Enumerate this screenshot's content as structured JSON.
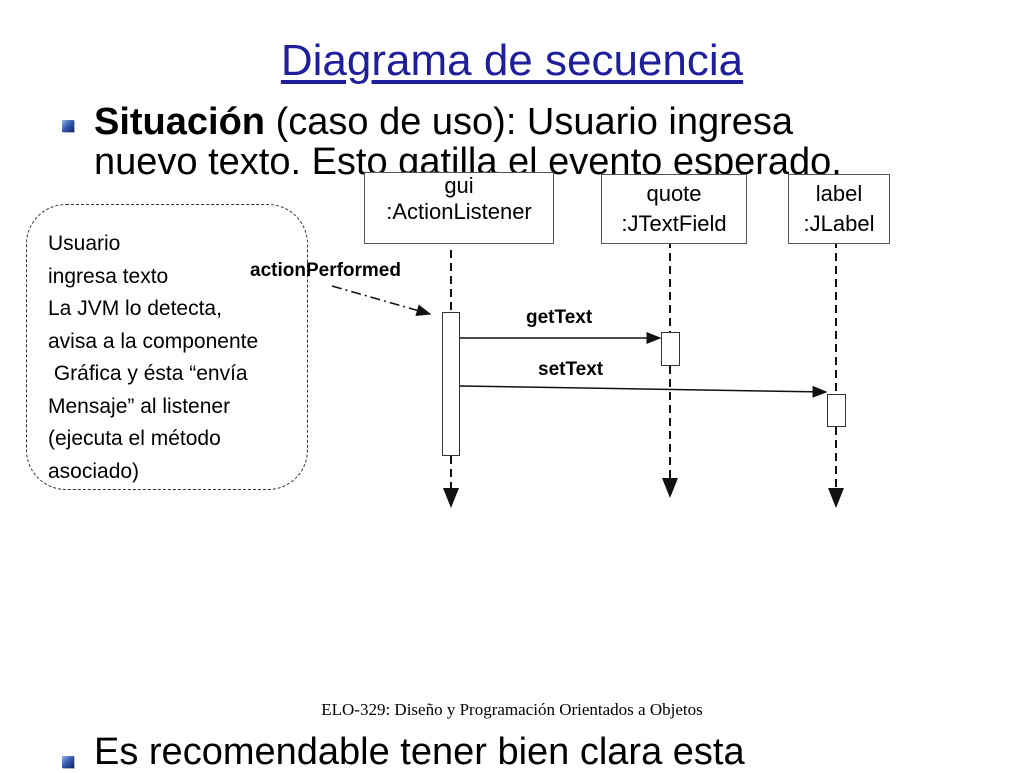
{
  "slide": {
    "title": "Diagrama de secuencia",
    "bullet1": {
      "bold": "Situación",
      "line1_rest": " (caso de uso):  Usuario ingresa",
      "line2": "nuevo texto. Esto gatilla el evento esperado."
    },
    "bullet2": "Es recomendable tener bien clara esta",
    "footer": "ELO-329: Diseño y Programación Orientados a Objetos"
  },
  "objects": [
    {
      "name": "gui",
      "type": ":ActionListener"
    },
    {
      "name": "quote",
      "type": ":JTextField"
    },
    {
      "name": "label",
      "type": ":JLabel"
    }
  ],
  "note": [
    "Usuario",
    "ingresa texto",
    "La JVM lo detecta,",
    "avisa a la componente",
    " Gráfica y ésta “envía",
    "Mensaje” al listener",
    "(ejecuta el método",
    "asociado)"
  ],
  "messages": {
    "actionPerformed": "actionPerformed",
    "getText": "getText",
    "setText": "setText"
  }
}
